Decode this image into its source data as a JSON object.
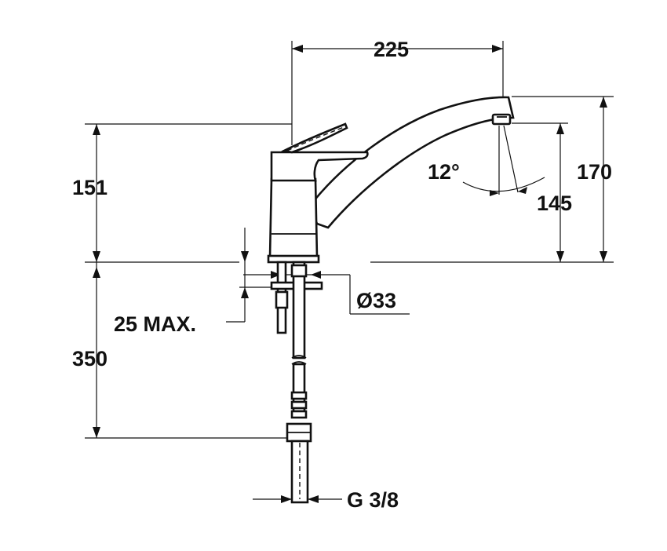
{
  "dimensions": {
    "width_top": "225",
    "lever_height": "151",
    "spout_angle": "12°",
    "outlet_height": "145",
    "total_height": "170",
    "base_diameter": "Ø33",
    "max_thickness": "25 MAX.",
    "hose_length": "350",
    "connection": "G 3/8"
  }
}
